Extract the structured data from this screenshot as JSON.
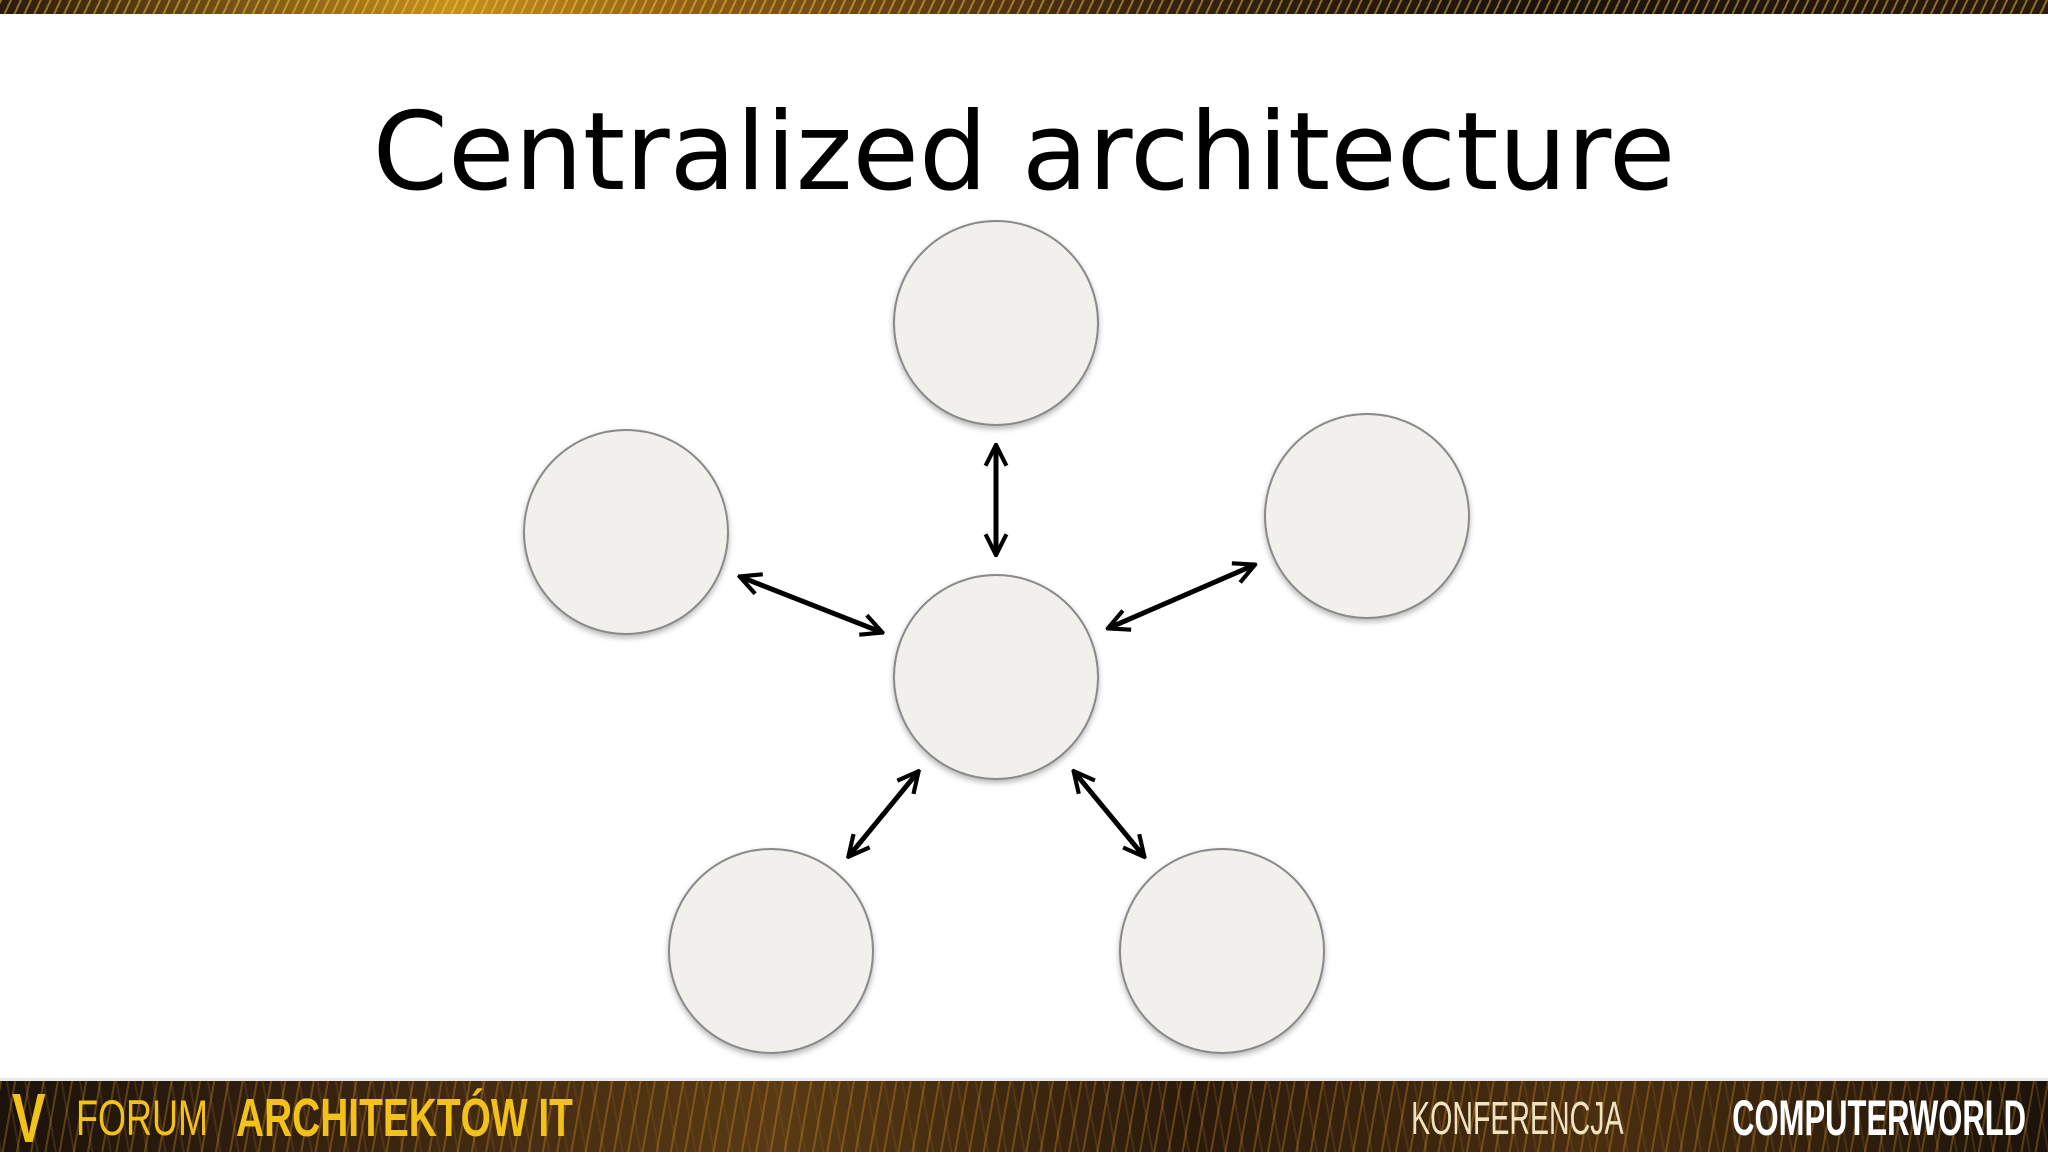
{
  "slide": {
    "title": "Centralized architecture"
  },
  "diagram": {
    "hub": "center",
    "nodes": [
      "top",
      "upper-left",
      "upper-right",
      "lower-left",
      "lower-right",
      "center"
    ],
    "links": [
      {
        "from": "center",
        "to": "top",
        "bidirectional": true
      },
      {
        "from": "center",
        "to": "upper-left",
        "bidirectional": true
      },
      {
        "from": "center",
        "to": "upper-right",
        "bidirectional": true
      },
      {
        "from": "center",
        "to": "lower-left",
        "bidirectional": true
      },
      {
        "from": "center",
        "to": "lower-right",
        "bidirectional": true
      }
    ],
    "colors": {
      "node_fill": "#f2f0ec",
      "node_stroke": "#8a8a8a",
      "arrow": "#000000"
    }
  },
  "footer": {
    "event_number": "V",
    "event_name_plain": "FORUM",
    "event_name_strong": "ARCHITEKTÓW IT",
    "organizer_plain": "KONFERENCJA",
    "organizer_strong": "COMPUTERWORLD",
    "colors": {
      "accent": "#f3c21a"
    }
  }
}
